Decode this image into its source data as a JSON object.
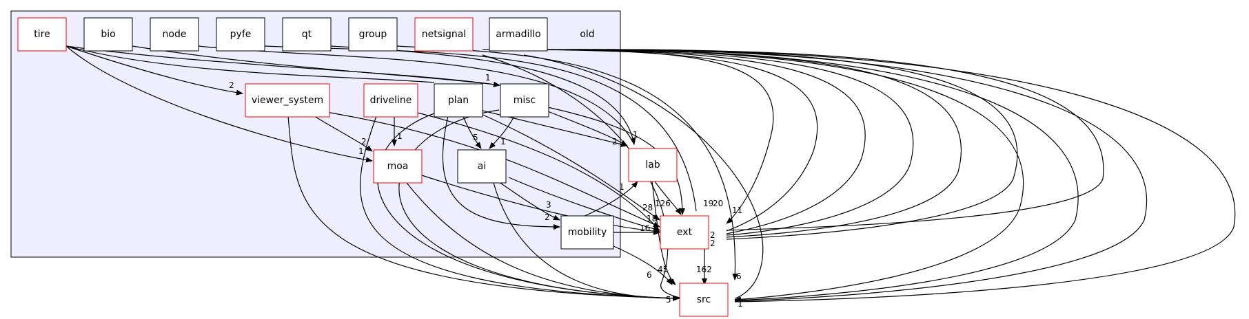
{
  "cluster": {
    "label": "old",
    "fill": "#eeeeff",
    "stroke": "#000000"
  },
  "colors": {
    "red_border": "#ff0000",
    "black_border": "#000000",
    "node_fill": "#ffffff"
  },
  "nodes": [
    {
      "id": "tire",
      "label": "tire",
      "border": "red"
    },
    {
      "id": "bio",
      "label": "bio",
      "border": "black"
    },
    {
      "id": "node",
      "label": "node",
      "border": "black"
    },
    {
      "id": "pyfe",
      "label": "pyfe",
      "border": "black"
    },
    {
      "id": "qt",
      "label": "qt",
      "border": "black"
    },
    {
      "id": "group",
      "label": "group",
      "border": "black"
    },
    {
      "id": "netsignal",
      "label": "netsignal",
      "border": "red"
    },
    {
      "id": "armadillo",
      "label": "armadillo",
      "border": "black"
    },
    {
      "id": "viewer_system",
      "label": "viewer_system",
      "border": "red"
    },
    {
      "id": "driveline",
      "label": "driveline",
      "border": "red"
    },
    {
      "id": "plan",
      "label": "plan",
      "border": "black"
    },
    {
      "id": "misc",
      "label": "misc",
      "border": "black"
    },
    {
      "id": "moa",
      "label": "moa",
      "border": "red"
    },
    {
      "id": "ai",
      "label": "ai",
      "border": "black"
    },
    {
      "id": "mobility",
      "label": "mobility",
      "border": "black"
    },
    {
      "id": "lab",
      "label": "lab",
      "border": "red"
    },
    {
      "id": "ext",
      "label": "ext",
      "border": "red"
    },
    {
      "id": "src",
      "label": "src",
      "border": "red"
    }
  ],
  "edge_labels": [
    {
      "id": "tire-viewer",
      "text": "2"
    },
    {
      "id": "tire-misc",
      "text": "1"
    },
    {
      "id": "tire-moa",
      "text": "1"
    },
    {
      "id": "viewer-moa",
      "text": "2"
    },
    {
      "id": "driveline-moa",
      "text": "1"
    },
    {
      "id": "plan-ai",
      "text": "5"
    },
    {
      "id": "misc-ai",
      "text": "1"
    },
    {
      "id": "plan-lab",
      "text": "2"
    },
    {
      "id": "qt-lab",
      "text": "1"
    },
    {
      "id": "ai-mobility",
      "text": "3"
    },
    {
      "id": "plan-mobility",
      "text": "2"
    },
    {
      "id": "mobility-lab",
      "text": "1"
    },
    {
      "id": "lab-ext",
      "text": "126"
    },
    {
      "id": "misc-ext-a",
      "text": "19"
    },
    {
      "id": "misc-ext-b",
      "text": "20"
    },
    {
      "id": "qt-ext",
      "text": "11"
    },
    {
      "id": "moa-ext",
      "text": "28"
    },
    {
      "id": "ai-ext",
      "text": "18"
    },
    {
      "id": "mobility-ext",
      "text": "16"
    },
    {
      "id": "ext-src",
      "text": "162"
    },
    {
      "id": "lab-src",
      "text": "45"
    },
    {
      "id": "mobility-src",
      "text": "6"
    },
    {
      "id": "group-src",
      "text": "6"
    },
    {
      "id": "ext-in-a",
      "text": "2"
    },
    {
      "id": "ext-in-b",
      "text": "2"
    },
    {
      "id": "src-in-a",
      "text": "5"
    },
    {
      "id": "src-in-b",
      "text": "1"
    }
  ]
}
